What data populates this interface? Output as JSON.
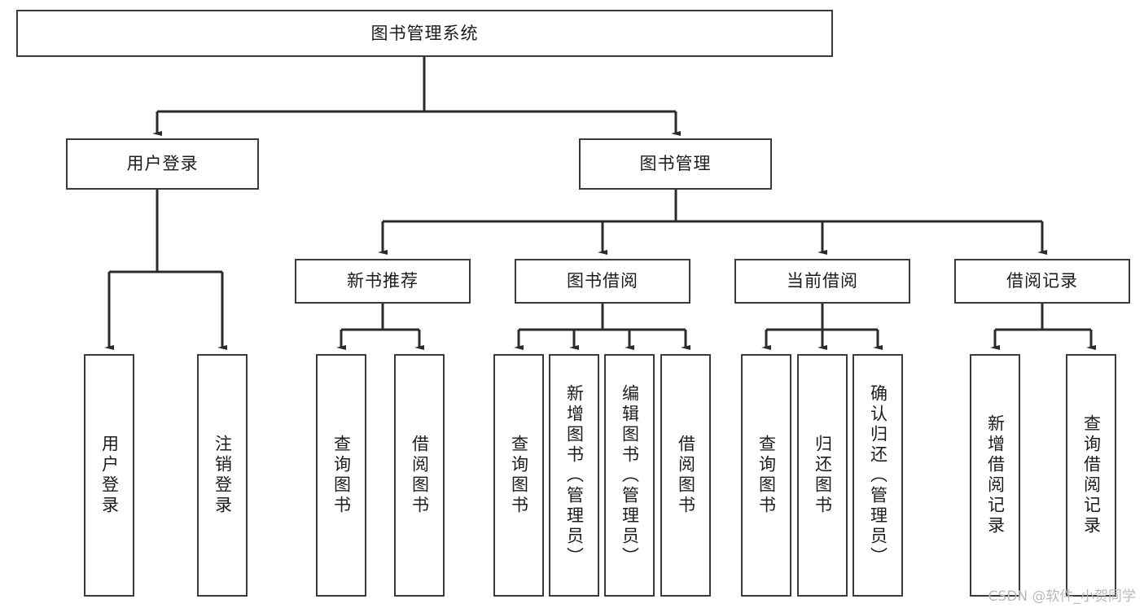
{
  "diagram": {
    "type": "tree",
    "title": "图书管理系统",
    "root": {
      "label": "图书管理系统"
    },
    "level2": [
      {
        "id": "user-login",
        "label": "用户登录"
      },
      {
        "id": "book-manage",
        "label": "图书管理"
      }
    ],
    "level3": [
      {
        "id": "new-book-recommend",
        "label": "新书推荐",
        "parent": "book-manage"
      },
      {
        "id": "book-borrow",
        "label": "图书借阅",
        "parent": "book-manage"
      },
      {
        "id": "current-borrow",
        "label": "当前借阅",
        "parent": "book-manage"
      },
      {
        "id": "borrow-record",
        "label": "借阅记录",
        "parent": "book-manage"
      }
    ],
    "leaves": [
      {
        "id": "leaf-user-login",
        "label": "用户登录",
        "parent": "user-login"
      },
      {
        "id": "leaf-user-logout",
        "label": "注销登录",
        "parent": "user-login"
      },
      {
        "id": "leaf-query-book-1",
        "label": "查询图书",
        "parent": "new-book-recommend"
      },
      {
        "id": "leaf-borrow-book-1",
        "label": "借阅图书",
        "parent": "new-book-recommend"
      },
      {
        "id": "leaf-query-book-2",
        "label": "查询图书",
        "parent": "book-borrow"
      },
      {
        "id": "leaf-add-book",
        "label": "新增图书（管理员）",
        "parent": "book-borrow"
      },
      {
        "id": "leaf-edit-book",
        "label": "编辑图书（管理员）",
        "parent": "book-borrow"
      },
      {
        "id": "leaf-borrow-book-2",
        "label": "借阅图书",
        "parent": "book-borrow"
      },
      {
        "id": "leaf-query-book-3",
        "label": "查询图书",
        "parent": "current-borrow"
      },
      {
        "id": "leaf-return-book",
        "label": "归还图书",
        "parent": "current-borrow"
      },
      {
        "id": "leaf-confirm-return",
        "label": "确认归还（管理员）",
        "parent": "current-borrow"
      },
      {
        "id": "leaf-add-record",
        "label": "新增借阅记录",
        "parent": "borrow-record"
      },
      {
        "id": "leaf-query-record",
        "label": "查询借阅记录",
        "parent": "borrow-record"
      }
    ],
    "colors": {
      "box_border": "#3a3a3a",
      "box_fill": "#ffffff",
      "connector": "#2b2b2b",
      "text": "#1c1c1c",
      "watermark": "#b9b9b9",
      "background": "#ffffff"
    }
  },
  "watermark": {
    "text": "CSDN @软件_小贺同学"
  }
}
